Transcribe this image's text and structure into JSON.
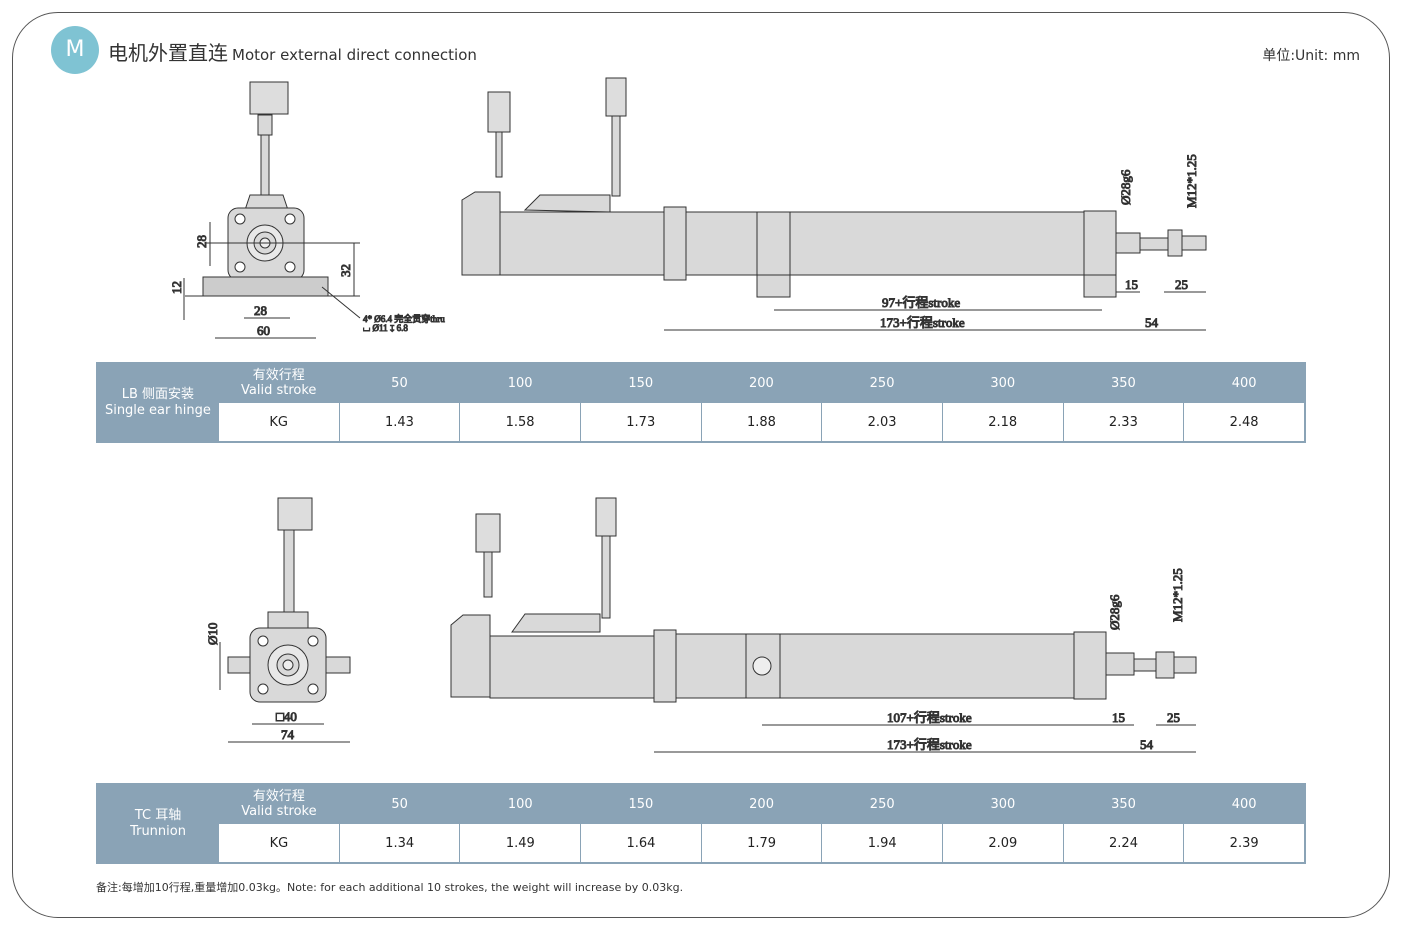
{
  "header": {
    "badge": "M",
    "title_cn": "电机外置直连",
    "title_en": "Motor external direct connection",
    "unit": "单位:Unit: mm"
  },
  "drawing1": {
    "dims": {
      "d28v": "28",
      "d32": "32",
      "d12": "12",
      "d28h": "28",
      "d60": "60",
      "hole1": "4* Ø6.4 完全贯穿thru",
      "hole2": "⌴ Ø11 ↧ 6.8",
      "dia": "Ø28g6",
      "thread": "M12*1.25",
      "s1": "97+行程stroke",
      "s2": "173+行程stroke",
      "d15": "15",
      "d25": "25",
      "d54": "54"
    }
  },
  "drawing2": {
    "dims": {
      "d10": "Ø10",
      "sq40": "□40",
      "d74": "74",
      "dia": "Ø28g6",
      "thread": "M12*1.25",
      "s1": "107+行程stroke",
      "s2": "173+行程stroke",
      "d15": "15",
      "d25": "25",
      "d54": "54"
    }
  },
  "tables": [
    {
      "type_cn": "LB 侧面安装",
      "type_en": "Single ear hinge",
      "stroke_cn": "有效行程",
      "stroke_en": "Valid stroke",
      "unit": "KG",
      "strokes": [
        "50",
        "100",
        "150",
        "200",
        "250",
        "300",
        "350",
        "400"
      ],
      "weights": [
        "1.43",
        "1.58",
        "1.73",
        "1.88",
        "2.03",
        "2.18",
        "2.33",
        "2.48"
      ]
    },
    {
      "type_cn": "TC 耳轴",
      "type_en": "Trunnion",
      "stroke_cn": "有效行程",
      "stroke_en": "Valid stroke",
      "unit": "KG",
      "strokes": [
        "50",
        "100",
        "150",
        "200",
        "250",
        "300",
        "350",
        "400"
      ],
      "weights": [
        "1.34",
        "1.49",
        "1.64",
        "1.79",
        "1.94",
        "2.09",
        "2.24",
        "2.39"
      ]
    }
  ],
  "note": "备注:每增加10行程,重量增加0.03kg。Note: for each additional 10 strokes, the weight will increase by 0.03kg."
}
